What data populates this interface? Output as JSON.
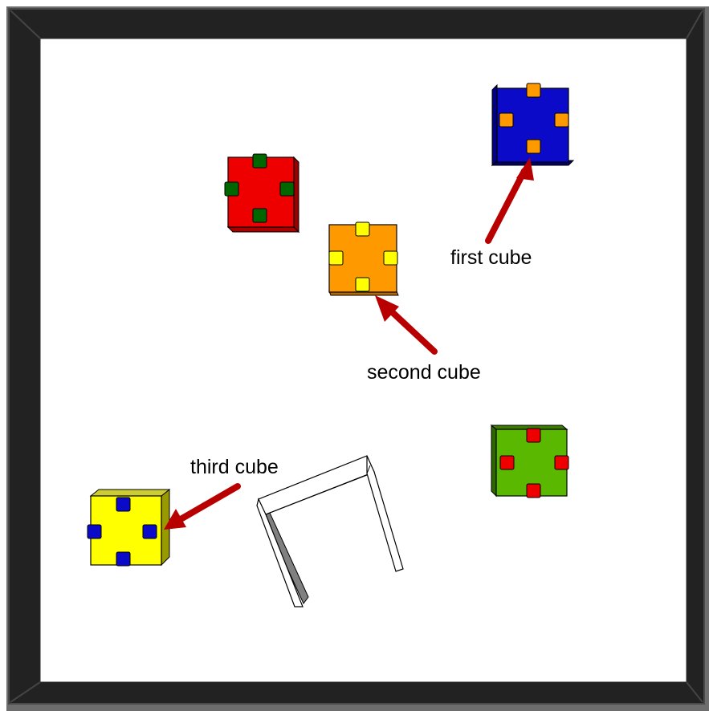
{
  "labels": {
    "first": "first cube",
    "second": "second cube",
    "third": "third cube"
  },
  "colors": {
    "outer_frame": "#6d6d6d",
    "inner_frame": "#222222",
    "frame_bevel": "#444444",
    "floor": "#ffffff",
    "arrow": "#b80000",
    "blue_cube": "#0a0ac8",
    "orange_cube": "#ff9900",
    "red_cube": "#ee0000",
    "green_cube": "#5bb800",
    "yellow_cube": "#ffff00",
    "dark_green_knob": "#006600",
    "gate_shade": "#808080"
  },
  "cubes": [
    {
      "name": "blue-cube",
      "face": "blue",
      "knobs": "orange"
    },
    {
      "name": "red-cube",
      "face": "red",
      "knobs": "dark-green"
    },
    {
      "name": "orange-cube",
      "face": "orange",
      "knobs": "yellow"
    },
    {
      "name": "green-cube",
      "face": "green",
      "knobs": "red"
    },
    {
      "name": "yellow-cube",
      "face": "yellow",
      "knobs": "blue"
    }
  ]
}
